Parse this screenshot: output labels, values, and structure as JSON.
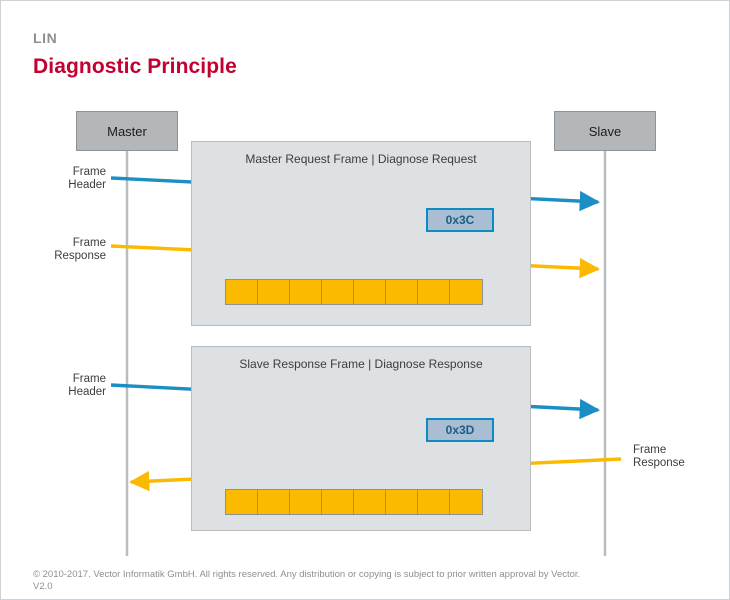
{
  "page": {
    "eyebrow": "LIN",
    "title": "Diagnostic Principle",
    "footer_line1": "© 2010-2017. Vector Informatik GmbH. All rights reserved. Any distribution or copying is subject to prior written approval by Vector.",
    "footer_line2": "V2.0"
  },
  "colors": {
    "accent_red": "#c3002f",
    "node_gray": "#b4b7ba",
    "block_gray": "#dde1e3",
    "signal_blue": "#0f8bc4",
    "arrow_blue": "#1b8ec4",
    "arrow_orange": "#fbba00",
    "byte_orange": "#fbba00",
    "hex_fill": "#a9bed2",
    "text_dark": "#3c3c3b",
    "text_muted": "#8b9094"
  },
  "nodes": [
    {
      "name": "master",
      "label": "Master"
    },
    {
      "name": "slave",
      "label": "Slave"
    }
  ],
  "frames": [
    {
      "name": "master-request-frame",
      "title": "Master Request Frame | Diagnose Request",
      "hex_id": "0x3C",
      "byte_count": 8,
      "header_direction": "master-to-slave",
      "response_direction": "master-to-slave"
    },
    {
      "name": "slave-response-frame",
      "title": "Slave Response Frame | Diagnose Response",
      "hex_id": "0x3D",
      "byte_count": 8,
      "header_direction": "master-to-slave",
      "response_direction": "slave-to-master"
    }
  ],
  "arrow_labels": {
    "frame_header": "Frame\nHeader",
    "frame_response": "Frame\nResponse"
  }
}
